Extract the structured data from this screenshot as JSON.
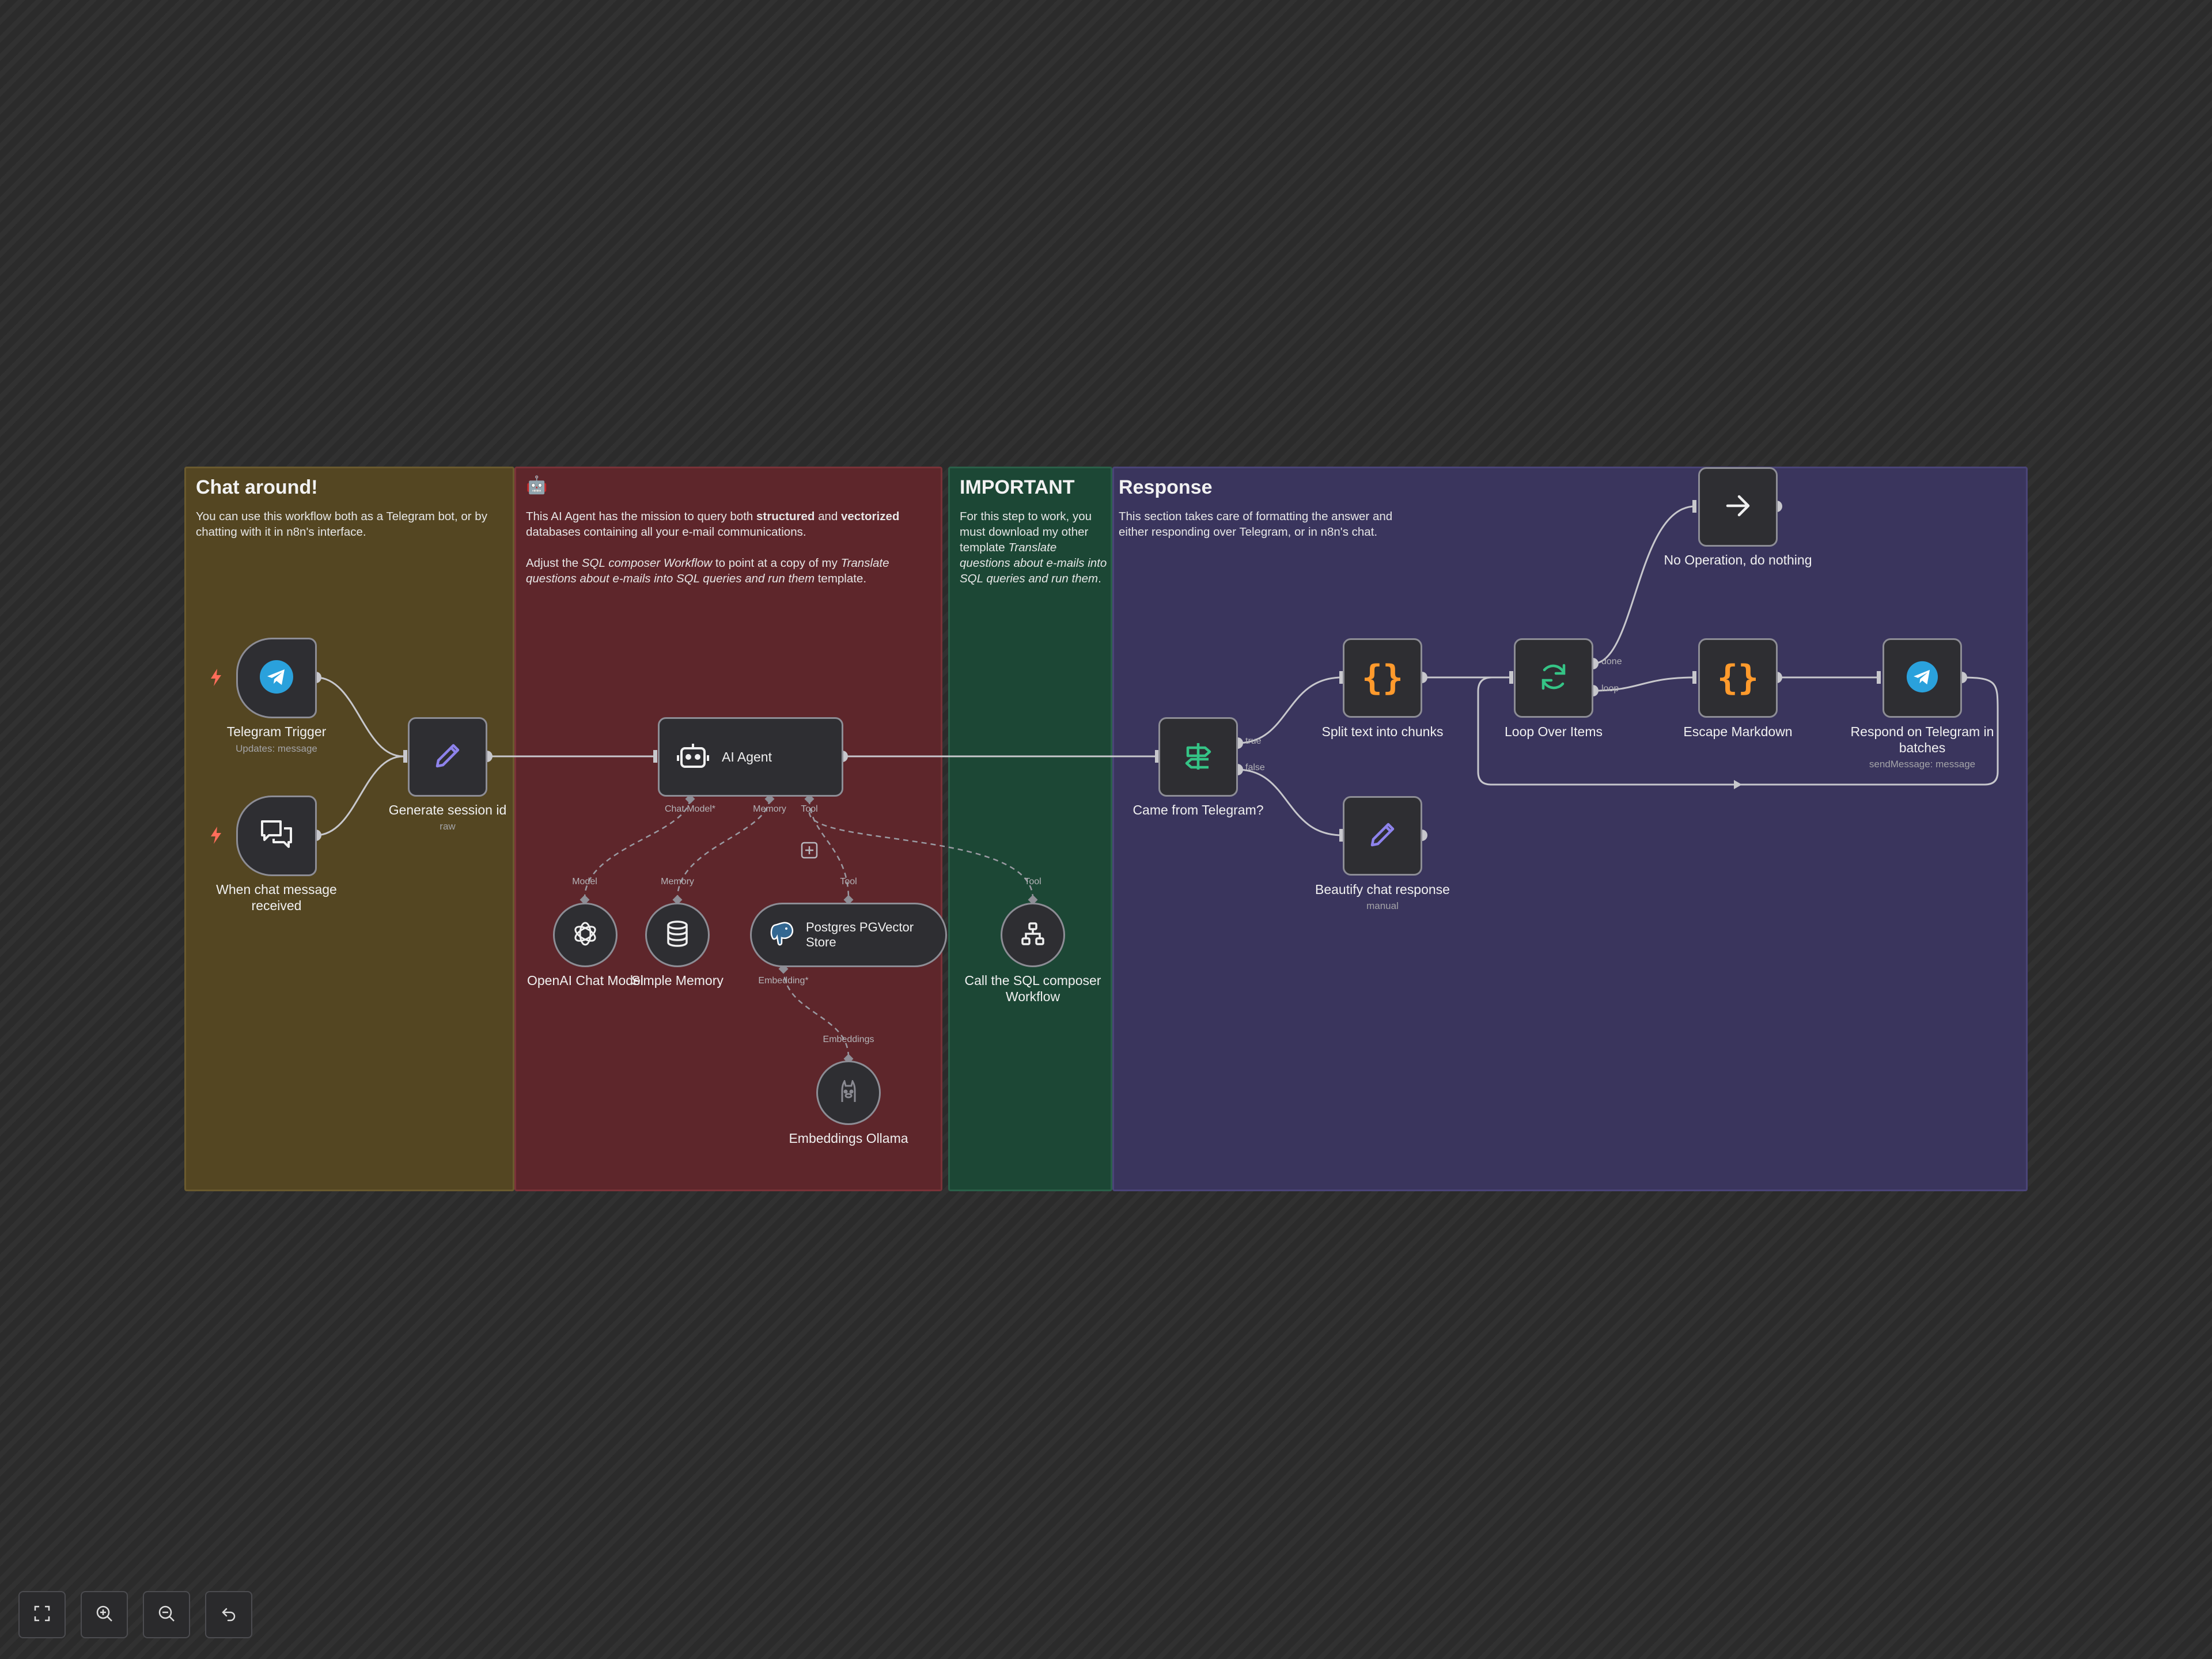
{
  "stickies": {
    "chat": {
      "title": "Chat around!",
      "text": "You can use this workflow both as a Telegram bot, or by chatting with it in n8n's interface."
    },
    "agent": {
      "title": "🤖",
      "p1_a": "This AI Agent has the mission to query both ",
      "p1_b": "structured",
      "p1_c": " and ",
      "p1_d": "vectorized",
      "p1_e": " databases containing all your e-mail communications.",
      "p2_a": "Adjust the ",
      "p2_b": "SQL composer Workflow",
      "p2_c": " to point at a copy of my ",
      "p2_d": "Translate questions about e-mails into SQL queries and run them",
      "p2_e": " template."
    },
    "important": {
      "title": "IMPORTANT",
      "text_a": "For this step to work, you must download my other template ",
      "text_b": "Translate questions about e-mails into SQL queries and run them",
      "text_c": "."
    },
    "response": {
      "title": "Response",
      "text": "This section takes care of formatting the answer and either responding over Telegram, or in n8n's chat."
    }
  },
  "nodes": {
    "telegram_trigger": {
      "label": "Telegram Trigger",
      "sub": "Updates: message"
    },
    "chat_trigger": {
      "label": "When chat message received"
    },
    "generate_session": {
      "label": "Generate session id",
      "sub": "raw"
    },
    "ai_agent": {
      "label": "AI Agent"
    },
    "openai_model": {
      "label": "OpenAI Chat Model"
    },
    "simple_memory": {
      "label": "Simple Memory"
    },
    "pgvector": {
      "label": "Postgres PGVector Store"
    },
    "embeddings": {
      "label": "Embeddings Ollama"
    },
    "sql_workflow": {
      "label": "Call the SQL composer Workflow"
    },
    "came_from_telegram": {
      "label": "Came from Telegram?"
    },
    "split_text": {
      "label": "Split text into chunks"
    },
    "loop_items": {
      "label": "Loop Over Items"
    },
    "no_op": {
      "label": "No Operation, do nothing"
    },
    "escape_md": {
      "label": "Escape Markdown"
    },
    "respond_tg": {
      "label": "Respond on Telegram in batches",
      "sub": "sendMessage: message"
    },
    "beautify": {
      "label": "Beautify chat response",
      "sub": "manual"
    }
  },
  "ports": {
    "agent_chat_model": "Chat Model*",
    "agent_memory": "Memory",
    "agent_tool": "Tool",
    "openai_model": "Model",
    "memory": "Memory",
    "pg_tool": "Tool",
    "pg_embedding": "Embedding*",
    "embeddings": "Embeddings",
    "sql_tool": "Tool",
    "if_true": "true",
    "if_false": "false",
    "loop_done": "done",
    "loop_loop": "loop"
  },
  "colors": {
    "canvas": "#2b2b2b",
    "sticky_yellow": "#544622",
    "sticky_red": "#5e262b",
    "sticky_green": "#1c4735",
    "sticky_purple": "#3a355d",
    "telegram_blue": "#2aa1dc",
    "pencil_purple": "#8e83ec",
    "code_orange": "#ff9a2c",
    "if_green": "#35c486",
    "trigger_red": "#ff6d5a"
  },
  "icons": {
    "telegram": "telegram-icon",
    "chat": "chat-bubbles-icon",
    "edit": "pencil-icon",
    "agent": "robot-icon",
    "openai": "openai-icon",
    "memory": "database-icon",
    "postgres": "postgres-elephant-icon",
    "ollama": "ollama-llama-icon",
    "workflow": "sitemap-icon",
    "if": "signpost-icon",
    "code": "braces-icon",
    "loop": "refresh-icon",
    "noop": "arrow-right-icon",
    "trigger": "lightning-icon"
  },
  "controls": {
    "fit": "fit-view-icon",
    "zoom_in": "zoom-in-icon",
    "zoom_out": "zoom-out-icon",
    "reset": "reset-zoom-icon"
  }
}
